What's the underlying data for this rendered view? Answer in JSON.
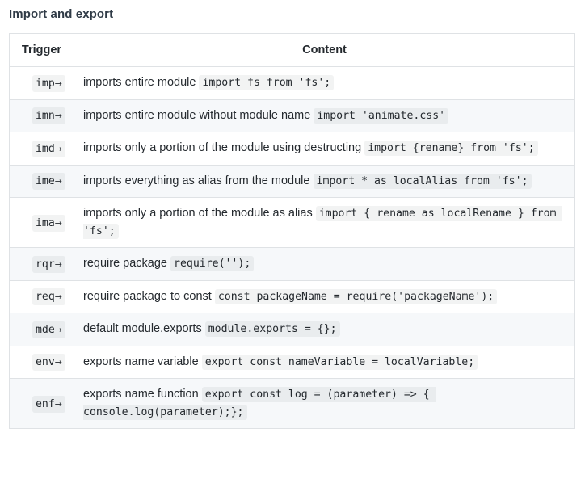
{
  "page": {
    "title": "Import and export"
  },
  "table": {
    "columns": [
      {
        "key": "trigger",
        "label": "Trigger",
        "align": "center"
      },
      {
        "key": "content",
        "label": "Content",
        "align": "center"
      }
    ],
    "arrow_glyph": "→",
    "rows": [
      {
        "trigger": "imp",
        "description": "imports entire module ",
        "code": "import fs from 'fs';",
        "shaded": false
      },
      {
        "trigger": "imn",
        "description": "imports entire module without module name ",
        "code": "import 'animate.css'",
        "shaded": true
      },
      {
        "trigger": "imd",
        "description": "imports only a portion of the module using destructing ",
        "code": "import {rename} from 'fs';",
        "shaded": false
      },
      {
        "trigger": "ime",
        "description": "imports everything as alias from the module ",
        "code": "import * as localAlias from 'fs';",
        "shaded": true
      },
      {
        "trigger": "ima",
        "description": "imports only a portion of the module as alias ",
        "code": "import { rename as localRename } from 'fs';",
        "shaded": false
      },
      {
        "trigger": "rqr",
        "description": "require package ",
        "code": "require('');",
        "shaded": true
      },
      {
        "trigger": "req",
        "description": "require package to const ",
        "code": "const packageName = require('packageName');",
        "shaded": false
      },
      {
        "trigger": "mde",
        "description": "default module.exports ",
        "code": "module.exports = {};",
        "shaded": true
      },
      {
        "trigger": "env",
        "description": "exports name variable ",
        "code": "export const nameVariable = localVariable;",
        "shaded": false
      },
      {
        "trigger": "enf",
        "description": "exports name function ",
        "code": "export const log = (parameter) => { console.log(parameter);};",
        "shaded": true
      }
    ]
  },
  "colors": {
    "title": "#2f3a46",
    "text": "#24292e",
    "border": "#dfe2e5",
    "row_shade": "#f6f8fa",
    "code_bg": "rgba(27, 31, 35, 0.055)"
  }
}
